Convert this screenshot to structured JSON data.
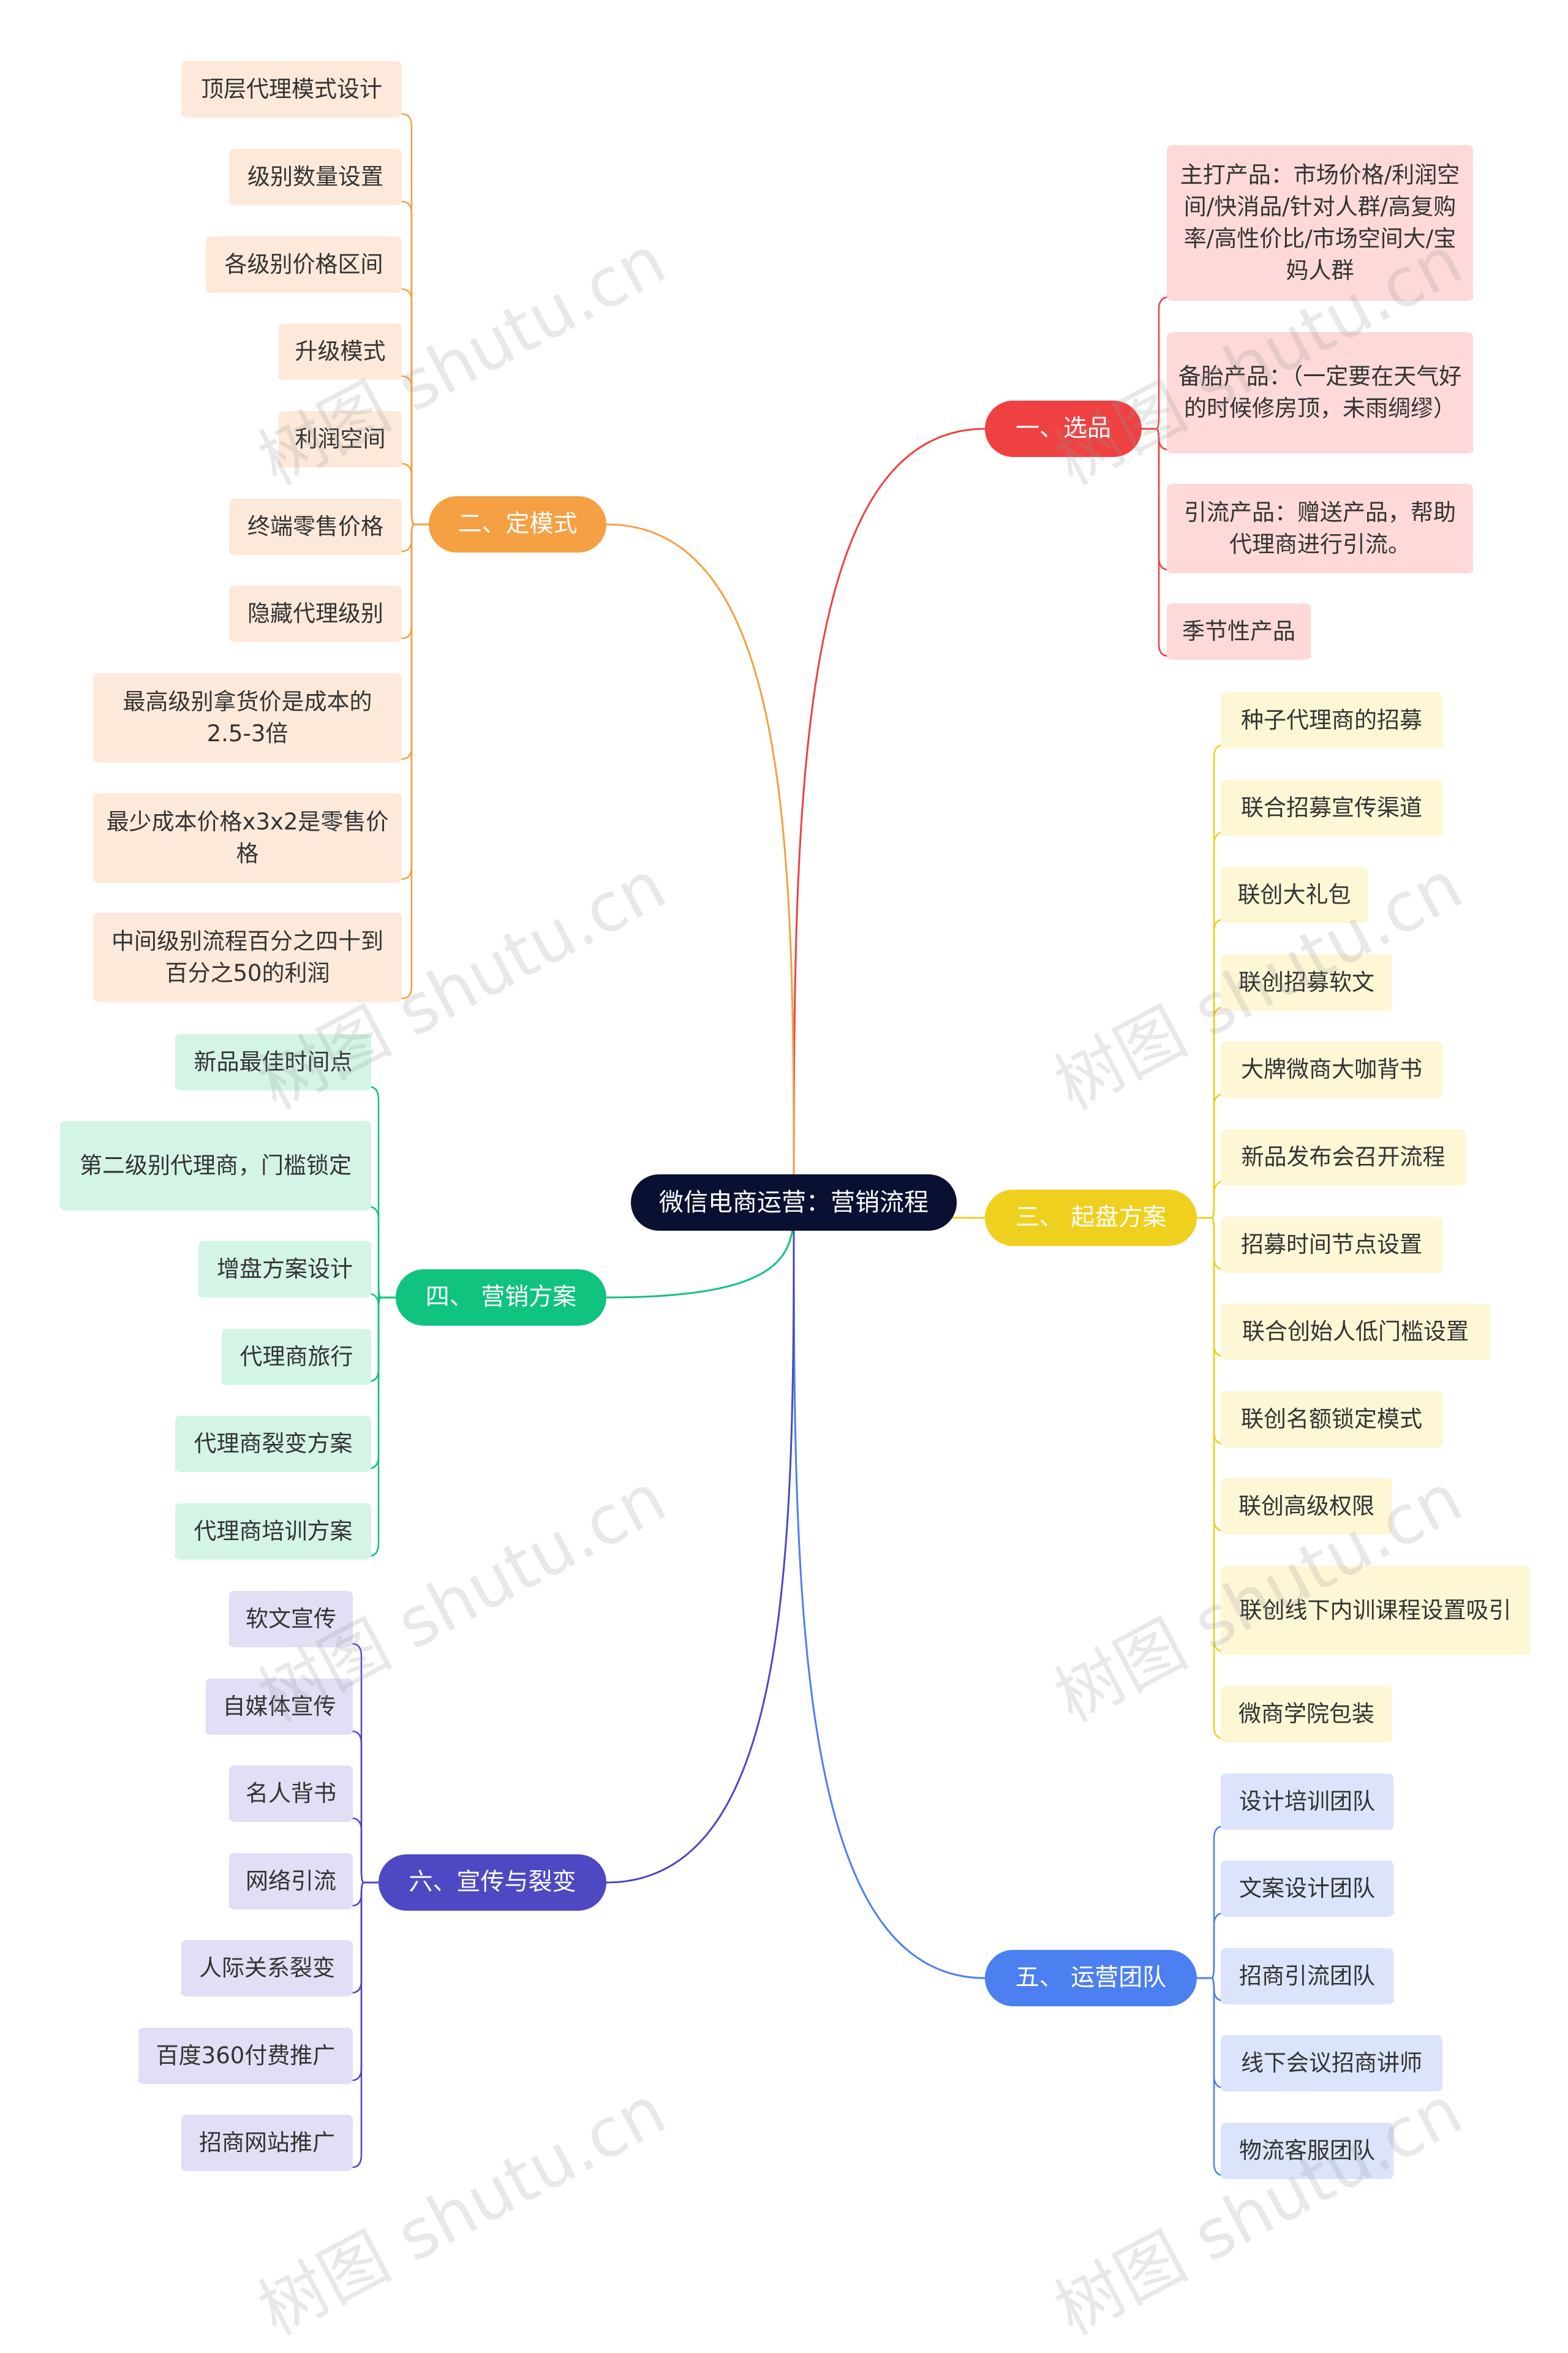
{
  "root": {
    "label": "微信电商运营：营销流程"
  },
  "branches": [
    {
      "id": "b1",
      "label": "一、选品",
      "color": "#ef4141",
      "leaf_bg": "#fdd9d9",
      "leaves": [
        "主打产品：市场价格/利润空间/快消品/针对人群/高复购率/高性价比/市场空间大/宝妈人群",
        "备胎产品：（一定要在天气好的时候修房顶，未雨绸缪）",
        "引流产品：赠送产品，帮助代理商进行引流。",
        "季节性产品"
      ]
    },
    {
      "id": "b2",
      "label": "二、定模式",
      "color": "#f4a043",
      "leaf_bg": "#fde9da",
      "leaves": [
        "顶层代理模式设计",
        "级别数量设置",
        "各级别价格区间",
        "升级模式",
        "利润空间",
        "终端零售价格",
        "隐藏代理级别",
        "最高级别拿货价是成本的2.5-3倍",
        "最少成本价格x3x2是零售价格",
        "中间级别流程百分之四十到百分之50的利润"
      ]
    },
    {
      "id": "b3",
      "label": "三、 起盘方案",
      "color": "#f0d01e",
      "leaf_bg": "#fdf7d5",
      "leaves": [
        "种子代理商的招募",
        "联合招募宣传渠道",
        "联创大礼包",
        "联创招募软文",
        "大牌微商大咖背书",
        "新品发布会召开流程",
        "招募时间节点设置",
        "联合创始人低门槛设置",
        "联创名额锁定模式",
        "联创高级权限",
        "联创线下内训课程设置吸引",
        "微商学院包装"
      ]
    },
    {
      "id": "b4",
      "label": "四、 营销方案",
      "color": "#10c37f",
      "leaf_bg": "#d4f5e6",
      "leaves": [
        "新品最佳时间点",
        "第二级别代理商，门槛锁定",
        "增盘方案设计",
        "代理商旅行",
        "代理商裂变方案",
        "代理商培训方案"
      ]
    },
    {
      "id": "b5",
      "label": "五、 运营团队",
      "color": "#4c7ff0",
      "leaf_bg": "#dce4fc",
      "leaves": [
        "设计培训团队",
        "文案设计团队",
        "招商引流团队",
        "线下会议招商讲师",
        "物流客服团队"
      ]
    },
    {
      "id": "b6",
      "label": "六、宣传与裂变",
      "color": "#4e48c3",
      "leaf_bg": "#e1dff5",
      "leaves": [
        "软文宣传",
        "自媒体宣传",
        "名人背书",
        "网络引流",
        "人际关系裂变",
        "百度360付费推广",
        "招商网站推广"
      ]
    }
  ],
  "watermark": "树图 shutu.cn"
}
